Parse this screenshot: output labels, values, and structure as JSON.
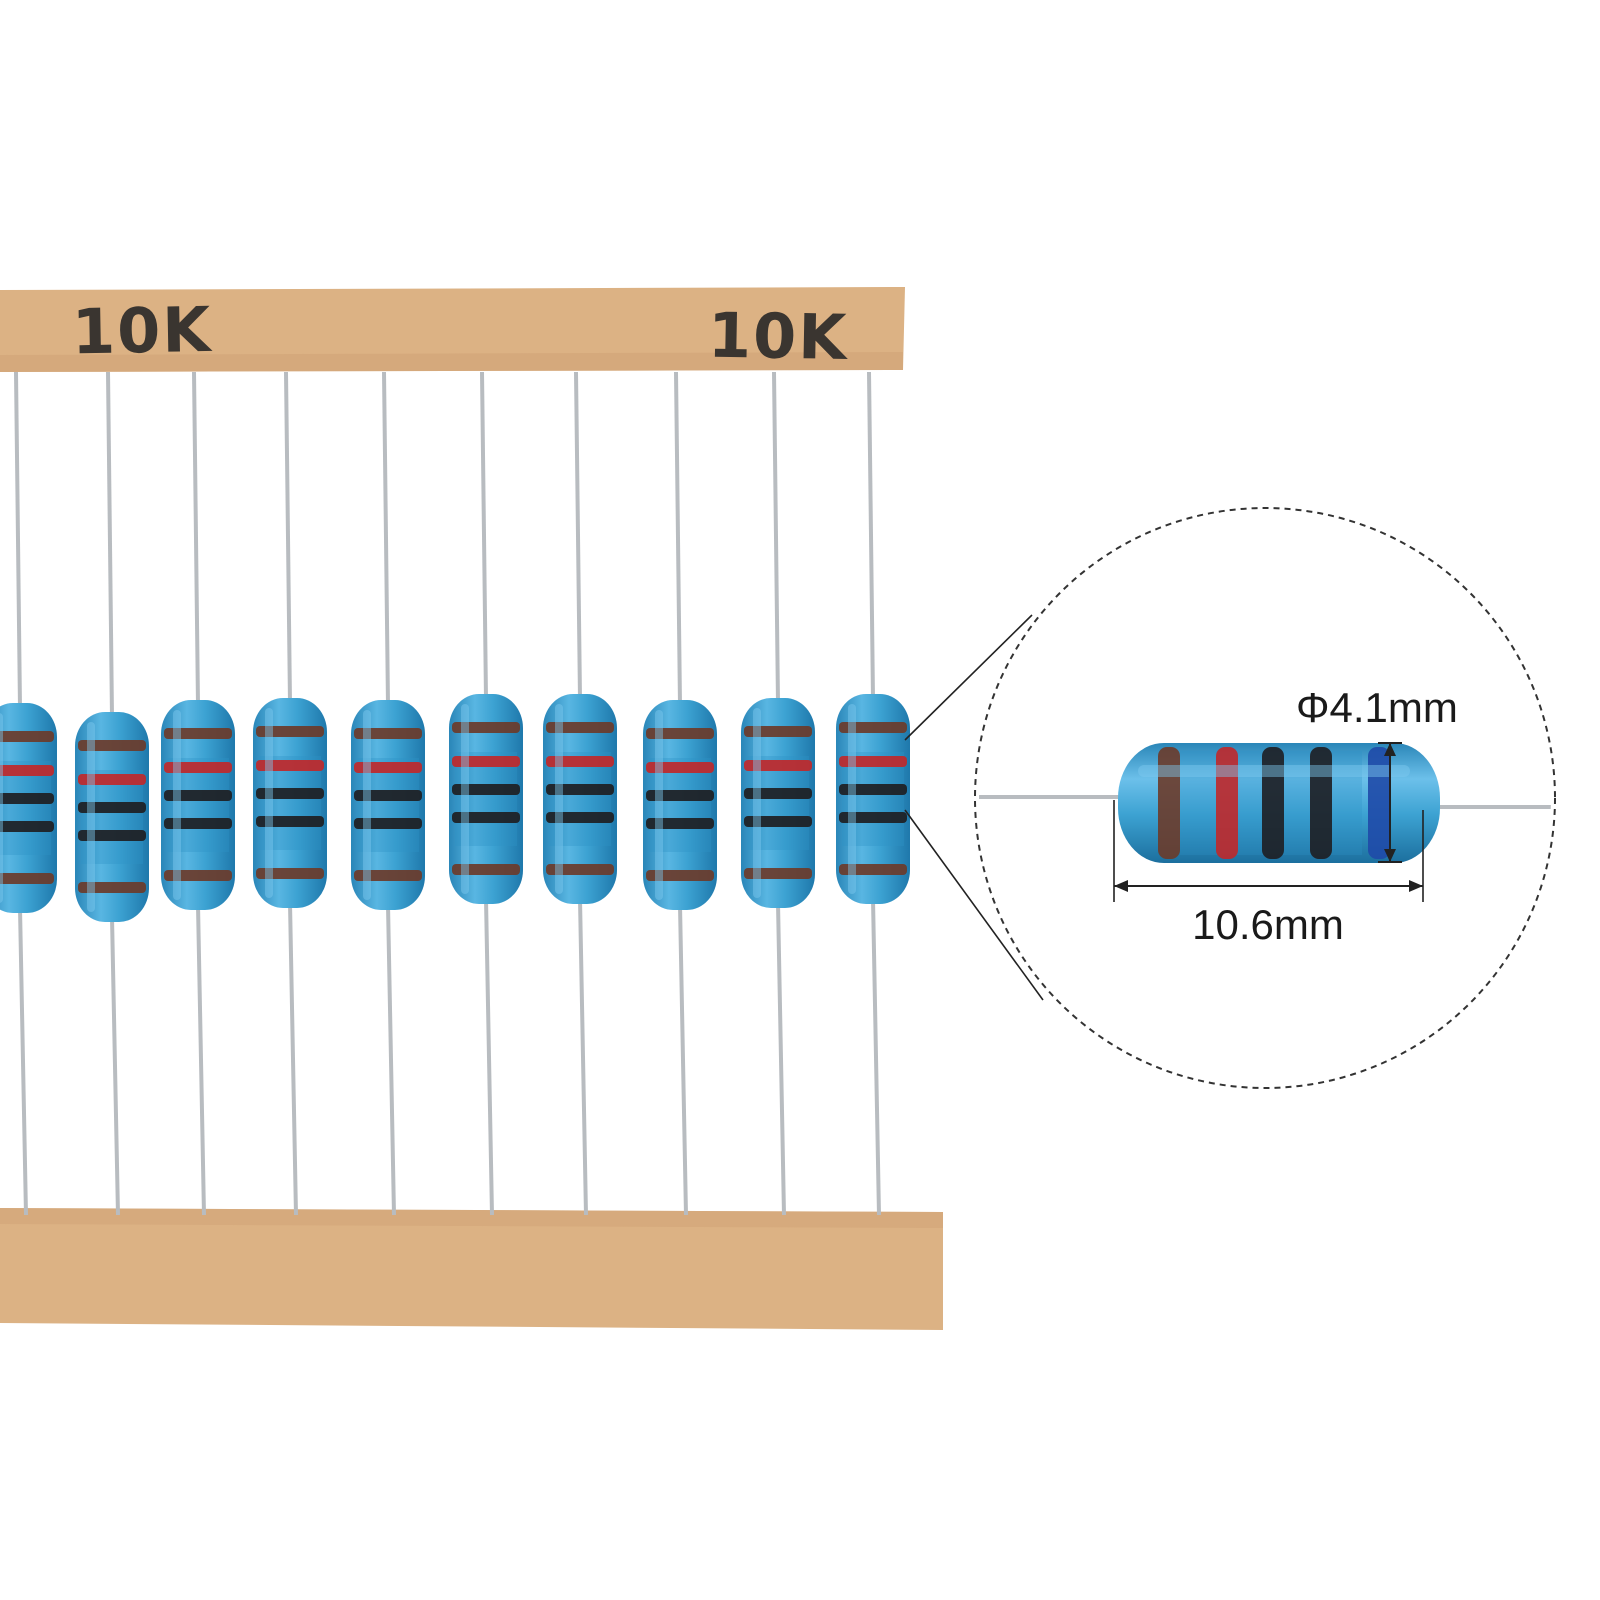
{
  "tape": {
    "top_labels": [
      "10K",
      "10K"
    ]
  },
  "resistor_count": 10,
  "resistor_bands": [
    "brown",
    "red",
    "black",
    "black",
    "brown"
  ],
  "zoom": {
    "diameter_label": "Φ4.1mm",
    "length_label": "10.6mm"
  },
  "colors": {
    "background": "#ffffff",
    "tape": "#dcb284",
    "tape_text": "#3a3530",
    "lead": "#b8bcc0",
    "body": "#3ca2d2",
    "body_highlight": "#7fcaf0",
    "band_brown": "#6b3b2a",
    "band_red": "#c0282a",
    "band_black": "#1e1e22",
    "band_blue": "#1f4aa8"
  }
}
